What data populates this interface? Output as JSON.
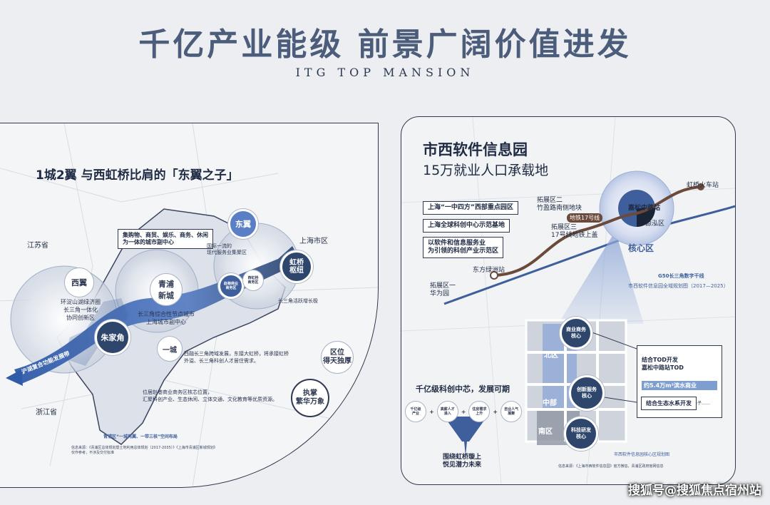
{
  "header": {
    "title": "千亿产业能级  前景广阔价值进发",
    "subtitle": "ITG TOP MANSION"
  },
  "left": {
    "heading": "1城2翼 与西虹桥比肩的「东翼之子」",
    "regions": {
      "jiangsu": "江苏省",
      "zhejiang": "浙江省",
      "shanghai": "上海市区"
    },
    "nodes": {
      "xiyi": "西翼",
      "zhujiajiao": "朱家角",
      "qingpu": "青浦\n新城",
      "dongyi": "东翼",
      "hongqiao": "虹桥\n枢纽",
      "yicheng": "一城",
      "zhaoxiang": "赵巷商业\n商务区",
      "xihongqiao": "西虹桥\n商务区",
      "quwei": "区位\n得天独厚",
      "zhizhang": "执掌\n繁华万象"
    },
    "notes": {
      "huanlake": "环淀山湖绿济圈\n长三角一体化\n协同创新区",
      "changsanjiao": "长三角综合性节点城市\n上海城市副中心",
      "jigou": "集购物、商贸、娱乐、商务、休闲\n为一体的城市副中心",
      "guoji": "国际一流的\n现代服务业集聚区",
      "zengzhang": "长三角活跃增长极",
      "arrow": "沪湖复合功能发展带",
      "xirong": "西融长三角跨域发展，东接大虹桥，将承接虹桥\n外溢、长三角科创人才居住需求。",
      "weiju": "位居赵巷商业商务区核芯位置，\n汇聚科创产业、生态休闲、立体交通、文化教育等优质资源。",
      "footer": "青浦区“一城两翼、一带三核”空间布局",
      "source": "信息来源：《青浦区总体规划暨土地利用总体规划（2017-2035）》《上海市青浦区新城规划》\n仅作参考，不涉及交付标准"
    }
  },
  "right": {
    "heading": "市西软件信息园",
    "subheading": "15万就业人口承载地",
    "tags": [
      "上海“一中四方”西部重点园区",
      "上海全球科创中心示范基地",
      "以软件和信息服务业\n为引领的科创产业示范区"
    ],
    "labels": {
      "hongqiao_station": "虹桥火车站",
      "ext2": "拓展区二\n竹盈路南侧地块",
      "ext3": "拓展区三\n17号线地铁上盖",
      "line17": "地铁17号线",
      "jiasong": "嘉松中路站",
      "yuanqu": "源泓区",
      "core": "核心区",
      "dongfang": "东方绿洲站",
      "ext1": "拓展区一\n华为园",
      "g50": "G50长三角数字干线",
      "plan": "市西软件信息园全域规划图（2017—2025）",
      "north": "北区",
      "middle": "中部",
      "south": "南区",
      "shangye": "商业商务\n核心",
      "chuangxin": "创新服务\n核心",
      "keji": "科技研发\n核心",
      "tod1": "结合TOD开发\n嘉松中路站TOD",
      "tod2": "约5.4万m²滨水商业",
      "tod3": "餐饮、购物、影院、娱乐、亲子……",
      "ecology": "结合生态水系开发",
      "qianyi": "千亿级科创中芯，发展可期",
      "chain": [
        "千亿级\n产业",
        "高薪人才\n涌入",
        "住房需求\n上升",
        "自业人气\n凝聚"
      ],
      "funnel": "围绕虹桥璇上\n悦见潜力未来",
      "plan2": "市西软件信息园核心区规划图",
      "source": "信息来源：《上海市西软件信息园》官方微信，青浦区政府官网信息"
    }
  },
  "watermark": "搜狐号@搜狐焦点宿州站",
  "colors": {
    "navy": "#2f466c",
    "accent": "#3e5f9c",
    "brown": "#6b4a3c",
    "lightblue": "#7f9ed0"
  }
}
